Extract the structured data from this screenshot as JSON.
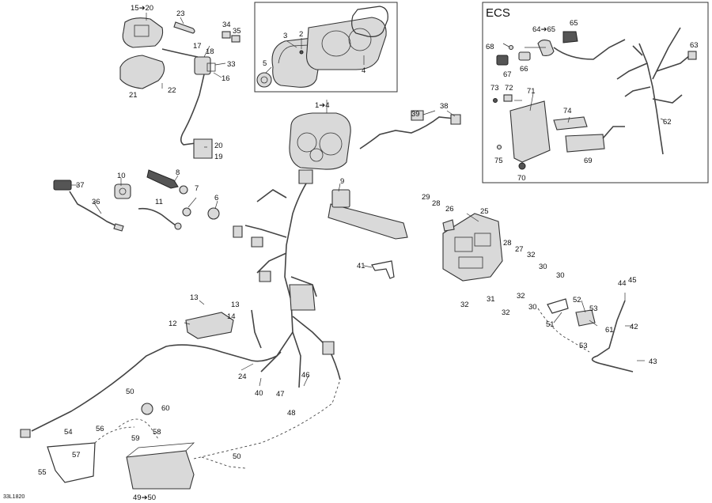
{
  "ecs_title": "ECS",
  "reference": "33L1820",
  "callouts": {
    "c15_20": "15➔20",
    "c23": "23",
    "c34": "34",
    "c35": "35",
    "c17": "17",
    "c18": "18",
    "c33": "33",
    "c16": "16",
    "c21": "21",
    "c22": "22",
    "c20": "20",
    "c19": "19",
    "c3": "3",
    "c2": "2",
    "c5": "5",
    "c4": "4",
    "c1_4": "1➔4",
    "c39": "39",
    "c38": "38",
    "c68": "68",
    "c64_65": "64➔65",
    "c65": "65",
    "c63": "63",
    "c67": "67",
    "c66": "66",
    "c73": "73",
    "c72": "72",
    "c71": "71",
    "c74": "74",
    "c62": "62",
    "c75": "75",
    "c69": "69",
    "c70": "70",
    "c37": "37",
    "c10": "10",
    "c8": "8",
    "c7": "7",
    "c6": "6",
    "c36": "36",
    "c11": "11",
    "c9": "9",
    "c29": "29",
    "c28a": "28",
    "c26": "26",
    "c25": "25",
    "c41": "41",
    "c28b": "28",
    "c27": "27",
    "c32a": "32",
    "c30a": "30",
    "c30b": "30",
    "c32b": "32",
    "c32c": "32",
    "c31": "31",
    "c30c": "30",
    "c32d": "32",
    "c13a": "13",
    "c13b": "13",
    "c14": "14",
    "c12": "12",
    "c44": "44",
    "c45": "45",
    "c52": "52",
    "c53a": "53",
    "c51": "51",
    "c61": "61",
    "c42": "42",
    "c53b": "53",
    "c43": "43",
    "c24": "24",
    "c40": "40",
    "c46": "46",
    "c47": "47",
    "c48": "48",
    "c50a": "50",
    "c60": "60",
    "c54": "54",
    "c56": "56",
    "c59": "59",
    "c58": "58",
    "c57": "57",
    "c55": "55",
    "c50b": "50",
    "c49_50": "49➔50"
  }
}
